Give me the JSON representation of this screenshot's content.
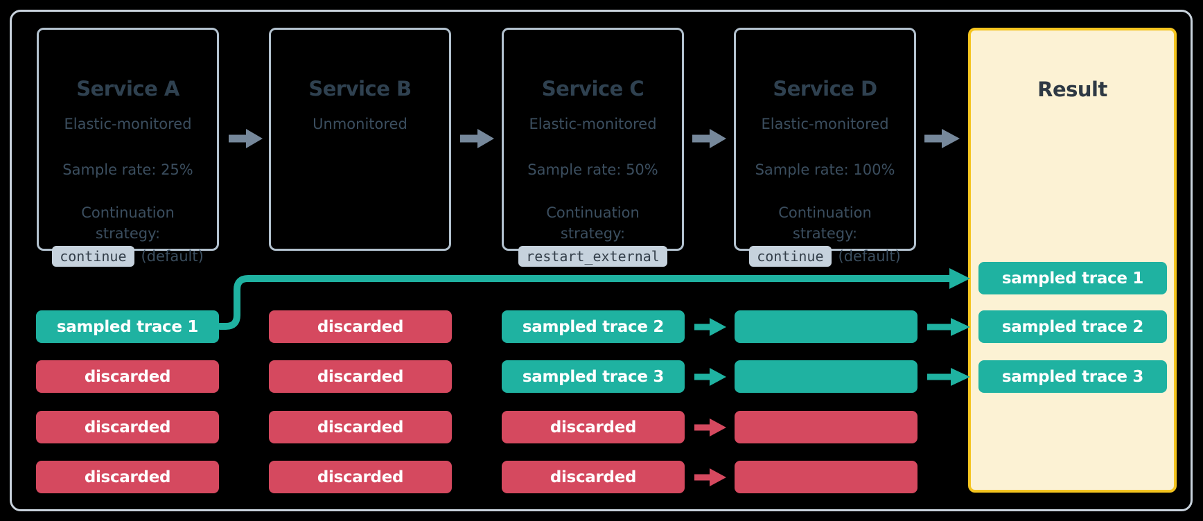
{
  "colors": {
    "background": "#000000",
    "outer_border": "#c8d2dc",
    "service_box_border": "#b3c2cf",
    "service_text": "#3b4e5f",
    "service_title_text": "#2f4150",
    "code_pill_bg": "#c6d2dd",
    "code_pill_text": "#333e49",
    "sampled_teal": "#1fb2a1",
    "discarded_red": "#d5495f",
    "flow_arrow_gray": "#76889b",
    "result_bg": "#fcf2d4",
    "result_border": "#f4c41f",
    "result_title_text": "#2e3944"
  },
  "services": [
    {
      "title": "Service A",
      "monitoring": "Elastic-monitored",
      "sample_rate": "Sample rate: 25%",
      "strategy_line1": "Continuation",
      "strategy_line2": "strategy:",
      "strategy_code": "continue",
      "strategy_suffix": "(default)"
    },
    {
      "title": "Service B",
      "monitoring": "Unmonitored"
    },
    {
      "title": "Service C",
      "monitoring": "Elastic-monitored",
      "sample_rate": "Sample rate: 50%",
      "strategy_line1": "Continuation",
      "strategy_line2": "strategy:",
      "strategy_code": "restart_external"
    },
    {
      "title": "Service D",
      "monitoring": "Elastic-monitored",
      "sample_rate": "Sample rate: 100%",
      "strategy_line1": "Continuation",
      "strategy_line2": "strategy:",
      "strategy_code": "continue",
      "strategy_suffix": "(default)"
    }
  ],
  "columns": [
    {
      "service": "Service A",
      "pills": [
        {
          "label": "sampled trace 1",
          "status": "sampled"
        },
        {
          "label": "discarded",
          "status": "discarded"
        },
        {
          "label": "discarded",
          "status": "discarded"
        },
        {
          "label": "discarded",
          "status": "discarded"
        }
      ]
    },
    {
      "service": "Service B",
      "pills": [
        {
          "label": "discarded",
          "status": "discarded"
        },
        {
          "label": "discarded",
          "status": "discarded"
        },
        {
          "label": "discarded",
          "status": "discarded"
        },
        {
          "label": "discarded",
          "status": "discarded"
        }
      ]
    },
    {
      "service": "Service C",
      "pills": [
        {
          "label": "sampled trace 2",
          "status": "sampled"
        },
        {
          "label": "sampled trace 3",
          "status": "sampled"
        },
        {
          "label": "discarded",
          "status": "discarded"
        },
        {
          "label": "discarded",
          "status": "discarded"
        }
      ]
    },
    {
      "service": "Service D",
      "pills": [
        {
          "label": "",
          "status": "sampled"
        },
        {
          "label": "",
          "status": "sampled"
        },
        {
          "label": "",
          "status": "discarded"
        },
        {
          "label": "",
          "status": "discarded"
        }
      ]
    }
  ],
  "result": {
    "title": "Result",
    "traces": [
      "sampled trace 1",
      "sampled trace 2",
      "sampled trace 3"
    ]
  }
}
